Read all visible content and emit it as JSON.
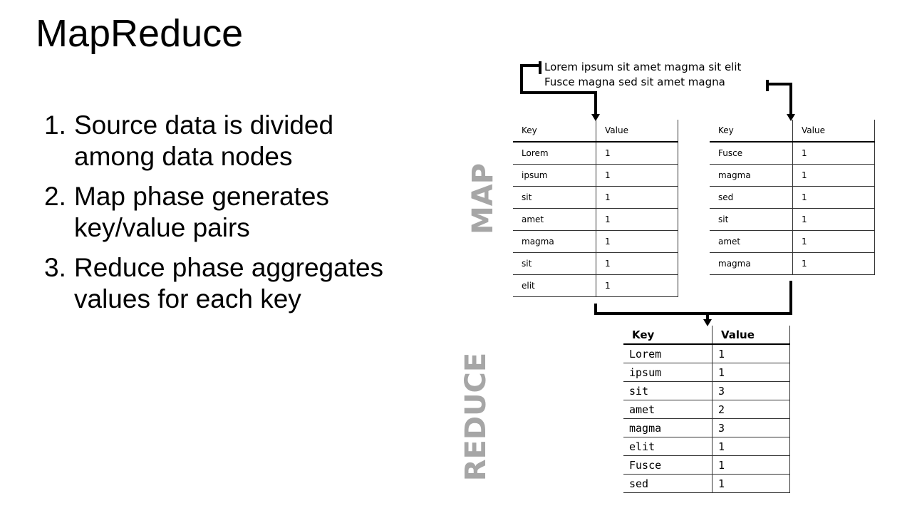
{
  "title": "MapReduce",
  "steps": [
    {
      "num": "1.",
      "text": "Source data is divided among data nodes"
    },
    {
      "num": "2.",
      "text": "Map phase generates key/value pairs"
    },
    {
      "num": "3.",
      "text": "Reduce phase aggregates values for each key"
    }
  ],
  "labels": {
    "map": "MAP",
    "reduce": "REDUCE"
  },
  "source_text": {
    "line1": "Lorem ipsum sit amet magma sit elit",
    "line2": "Fusce magna sed sit amet magna"
  },
  "map_table_1": {
    "headers": [
      "Key",
      "Value"
    ],
    "rows": [
      [
        "Lorem",
        "1"
      ],
      [
        "ipsum",
        "1"
      ],
      [
        "sit",
        "1"
      ],
      [
        "amet",
        "1"
      ],
      [
        "magma",
        "1"
      ],
      [
        "sit",
        "1"
      ],
      [
        "elit",
        "1"
      ]
    ]
  },
  "map_table_2": {
    "headers": [
      "Key",
      "Value"
    ],
    "rows": [
      [
        "Fusce",
        "1"
      ],
      [
        "magma",
        "1"
      ],
      [
        "sed",
        "1"
      ],
      [
        "sit",
        "1"
      ],
      [
        "amet",
        "1"
      ],
      [
        "magma",
        "1"
      ]
    ]
  },
  "reduce_table": {
    "headers": [
      "Key",
      "Value"
    ],
    "rows": [
      [
        "Lorem",
        "1"
      ],
      [
        "ipsum",
        "1"
      ],
      [
        "sit",
        "3"
      ],
      [
        "amet",
        "2"
      ],
      [
        "magma",
        "3"
      ],
      [
        "elit",
        "1"
      ],
      [
        "Fusce",
        "1"
      ],
      [
        "sed",
        "1"
      ]
    ]
  },
  "colors": {
    "phase_label": "#a6a6a6",
    "connector": "#000000"
  }
}
